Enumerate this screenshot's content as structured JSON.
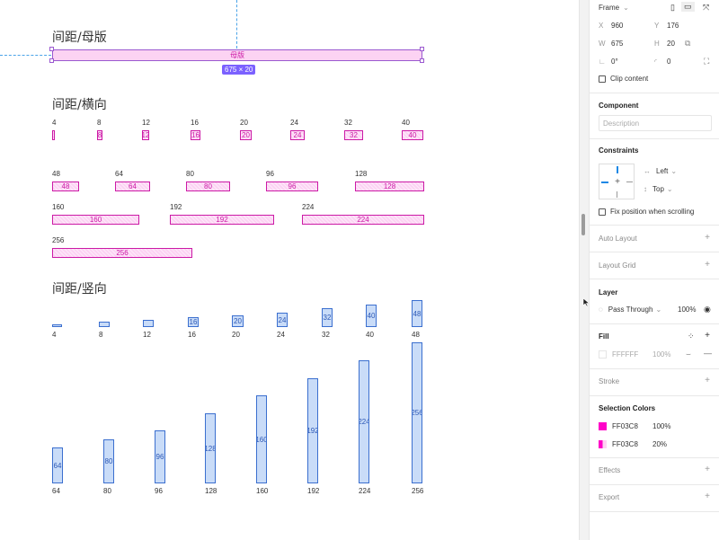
{
  "canvas": {
    "sections": {
      "master_title": "间距/母版",
      "horizontal_title": "间距/横向",
      "vertical_title": "间距/竖向"
    },
    "master": {
      "label": "母版",
      "size_badge": "675 × 20"
    },
    "horizontal_small": [
      "4",
      "8",
      "12",
      "16",
      "20",
      "24",
      "32",
      "40"
    ],
    "horizontal_medium": [
      "48",
      "64",
      "80",
      "96",
      "128"
    ],
    "horizontal_large": [
      "160",
      "192",
      "224"
    ],
    "horizontal_xl": [
      "256"
    ],
    "vertical_small": [
      "4",
      "8",
      "12",
      "16",
      "20",
      "24",
      "32",
      "40",
      "48"
    ],
    "vertical_large": [
      "64",
      "80",
      "96",
      "128",
      "160",
      "192",
      "224",
      "256"
    ]
  },
  "panel": {
    "frame": {
      "label": "Frame"
    },
    "position": {
      "x_label": "X",
      "x": "960",
      "y_label": "Y",
      "y": "176"
    },
    "size": {
      "w_label": "W",
      "w": "675",
      "h_label": "H",
      "h": "20"
    },
    "rotation": "0°",
    "radius": "0",
    "clip_content": "Clip content",
    "component": {
      "title": "Component",
      "placeholder": "Description"
    },
    "constraints": {
      "title": "Constraints",
      "horizontal": "Left",
      "vertical": "Top",
      "fix_scroll": "Fix position when scrolling"
    },
    "auto_layout": "Auto Layout",
    "layout_grid": "Layout Grid",
    "layer": {
      "title": "Layer",
      "blend": "Pass Through",
      "opacity": "100%"
    },
    "fill": {
      "title": "Fill",
      "hex": "FFFFFF",
      "opacity": "100%"
    },
    "stroke": "Stroke",
    "selection_colors": {
      "title": "Selection Colors",
      "items": [
        {
          "hex": "FF03C8",
          "opacity": "100%",
          "color": "#FF03C8"
        },
        {
          "hex": "FF03C8",
          "opacity": "20%",
          "color": "#FF03C8"
        }
      ]
    },
    "effects": "Effects",
    "export": "Export"
  },
  "colors": {
    "accent_pink": "#FF03C8",
    "accent_blue": "#3b6fcf",
    "selection_purple": "#7b61ff"
  }
}
